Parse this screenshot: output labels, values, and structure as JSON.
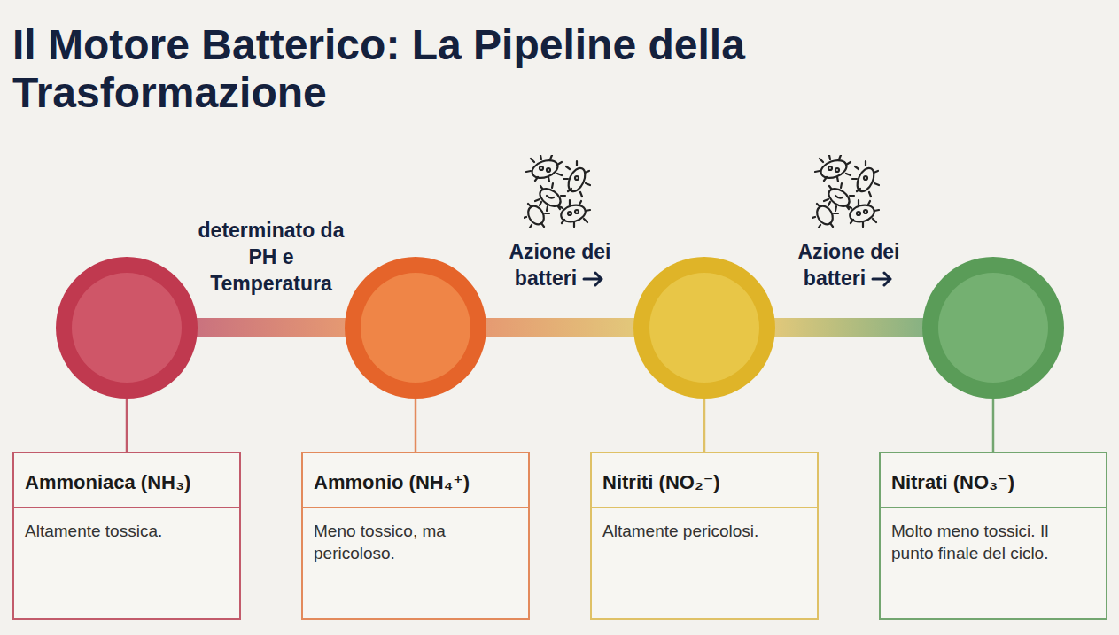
{
  "diagram": {
    "title": "Il Motore Batterico: La Pipeline della Trasformazione",
    "nodes": [
      {
        "text": [
          "Ammoniaca (NH₃)",
          "Altamente tossica."
        ]
      },
      {
        "text": [
          "Ammonio (NH₄⁺)",
          "Meno tossico, ma pericoloso."
        ]
      },
      {
        "text": [
          "Nitriti (NO₂⁻)",
          "Altamente pericolosi."
        ]
      },
      {
        "text": [
          "Nitrati (NO₃⁻)",
          "Molto meno tossici. Il punto finale del ciclo."
        ]
      }
    ],
    "edges": [
      {
        "from": 0,
        "to": 1,
        "label": "determinato da PH e Temperatura",
        "arrow": "none"
      },
      {
        "from": 1,
        "to": 2,
        "label": "Azione dei batteri",
        "arrow": "to"
      },
      {
        "from": 2,
        "to": 3,
        "label": "Azione dei batteri",
        "arrow": "to"
      }
    ]
  }
}
